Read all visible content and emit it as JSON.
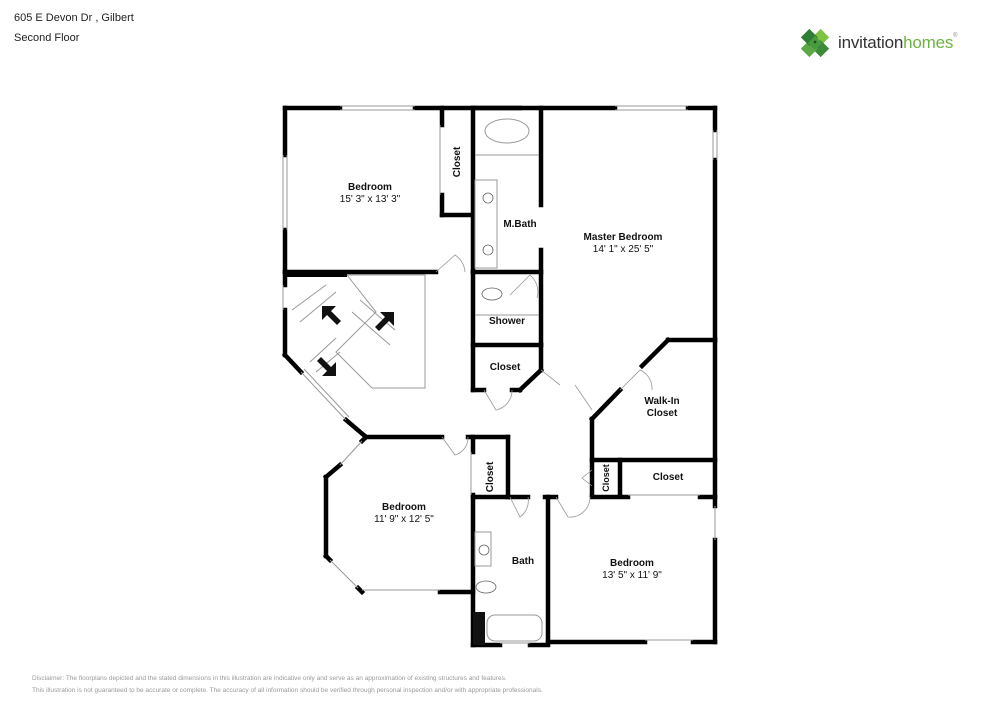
{
  "header": {
    "address": "605 E Devon Dr , Gilbert",
    "floor": "Second Floor"
  },
  "brand": {
    "logo_icon": "clover-tiles-icon",
    "name_part1": "invitation",
    "name_part2": "homes",
    "trademark": "®",
    "colors": {
      "dark_green": "#3d8b37",
      "light_green": "#6cb33f",
      "text_gray": "#333333"
    }
  },
  "rooms": [
    {
      "id": "bedroom-nw",
      "name": "Bedroom",
      "dims": "15' 3\" x 13' 3\""
    },
    {
      "id": "closet-nw",
      "name": "Closet"
    },
    {
      "id": "mbath",
      "name": "M.Bath"
    },
    {
      "id": "master",
      "name": "Master Bedroom",
      "dims": "14' 1\" x 25' 5\""
    },
    {
      "id": "shower",
      "name": "Shower"
    },
    {
      "id": "closet-hall",
      "name": "Closet"
    },
    {
      "id": "walkin",
      "name": "Walk-In\nCloset",
      "line1": "Walk-In",
      "line2": "Closet"
    },
    {
      "id": "closet-small",
      "name": "Closet"
    },
    {
      "id": "closet-e",
      "name": "Closet"
    },
    {
      "id": "bedroom-sw",
      "name": "Bedroom",
      "dims": "11' 9\" x 12' 5\""
    },
    {
      "id": "closet-sw",
      "name": "Closet"
    },
    {
      "id": "bath",
      "name": "Bath"
    },
    {
      "id": "bedroom-se",
      "name": "Bedroom",
      "dims": "13' 5\" x 11' 9\""
    }
  ],
  "stairs": {
    "arrows": [
      "arrow-down-left",
      "arrow-up-left",
      "arrow-down-right"
    ]
  },
  "disclaimer": {
    "line1": "Disclaimer: The floorplans depicted and the stated dimensions in this illustration are indicative only and serve as an approximation of existing structures and features.",
    "line2": "This illustration is not guaranteed to be accurate or complete. The accuracy of all information should be verified through personal inspection and/or with appropriate professionals."
  }
}
